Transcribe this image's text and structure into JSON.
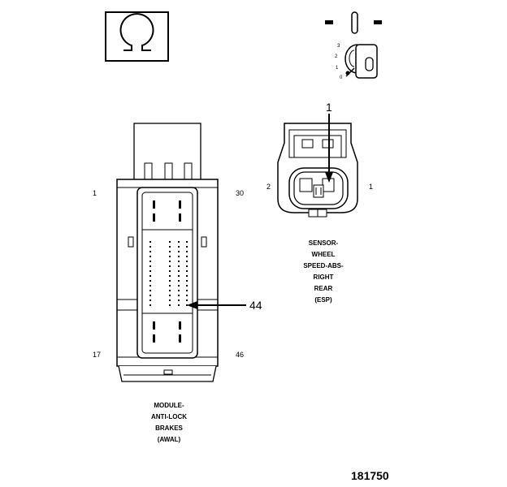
{
  "ground_symbol": {
    "glyph": "Ω"
  },
  "ignition_key": {
    "positions": [
      "3",
      "2",
      "1",
      "0"
    ]
  },
  "module_connector": {
    "callout": "44",
    "pins": {
      "top_left": "1",
      "top_right": "30",
      "bottom_left": "17",
      "bottom_right": "46"
    },
    "caption": [
      "MODULE-",
      "ANTI-LOCK",
      "BRAKES",
      "(AWAL)"
    ]
  },
  "sensor_connector": {
    "callout": "1",
    "pins": {
      "left": "2",
      "right": "1"
    },
    "caption": [
      "SENSOR-",
      "WHEEL",
      "SPEED-ABS-",
      "RIGHT",
      "REAR",
      "(ESP)"
    ]
  },
  "figure_number": "181750"
}
